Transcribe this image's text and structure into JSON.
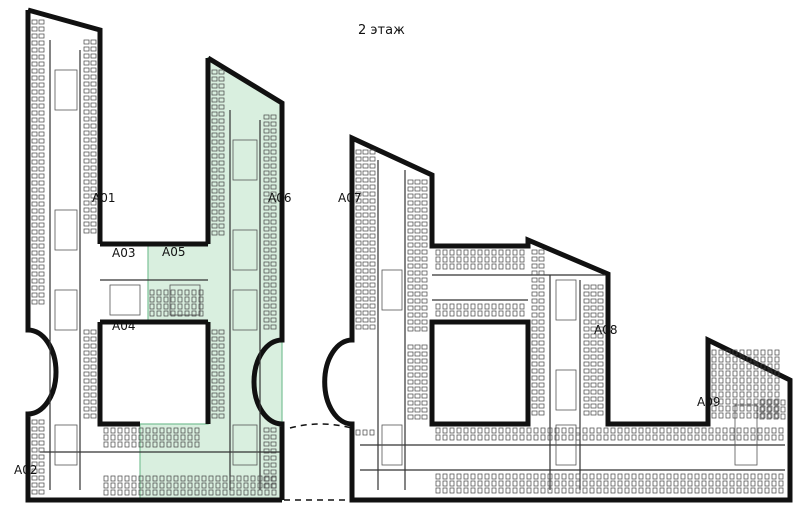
{
  "floor_title": "2 этаж",
  "zones": [
    {
      "id": "A01",
      "label": "A01"
    },
    {
      "id": "A02",
      "label": "A02"
    },
    {
      "id": "A03",
      "label": "A03"
    },
    {
      "id": "A04",
      "label": "A04"
    },
    {
      "id": "A05",
      "label": "A05"
    },
    {
      "id": "A06",
      "label": "A06"
    },
    {
      "id": "A07",
      "label": "A07"
    },
    {
      "id": "A08",
      "label": "A08"
    },
    {
      "id": "A09",
      "label": "A09"
    }
  ],
  "highlighted_zones": [
    "A05",
    "A06"
  ],
  "colors": {
    "highlight_fill": "#d9efdf",
    "highlight_edge": "#7cc197",
    "wall": "#111111"
  }
}
